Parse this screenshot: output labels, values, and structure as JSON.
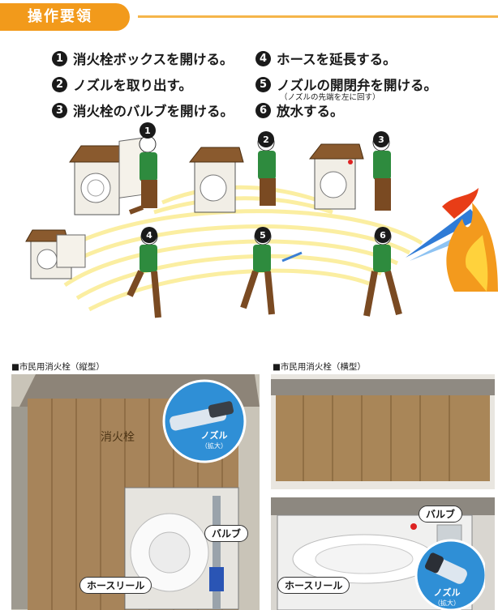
{
  "header": {
    "title": "操作要領"
  },
  "steps": [
    {
      "num": "1",
      "text": "消火栓ボックスを開ける。"
    },
    {
      "num": "2",
      "text": "ノズルを取り出す。"
    },
    {
      "num": "3",
      "text": "消火栓のバルブを開ける。"
    },
    {
      "num": "4",
      "text": "ホースを延長する。"
    },
    {
      "num": "5",
      "text": "ノズルの開閉弁を開ける。",
      "note": "（ノズルの先端を左に回す）"
    },
    {
      "num": "6",
      "text": "放水する。"
    }
  ],
  "illustration": {
    "badges": [
      "1",
      "2",
      "3",
      "4",
      "5",
      "6"
    ]
  },
  "photo_left": {
    "caption": "■市民用消火栓（縦型）",
    "box_text": "消火栓",
    "callouts": {
      "nozzle": "ノズル",
      "nozzle_zoom": "（拡大）",
      "valve": "バルブ",
      "reel": "ホースリール"
    }
  },
  "photo_right": {
    "caption": "■市民用消火栓（横型）",
    "callouts": {
      "valve": "バルブ",
      "reel": "ホースリール",
      "nozzle": "ノズル",
      "nozzle_zoom": "（拡大）"
    }
  },
  "colors": {
    "accent": "#f29a1b",
    "wood": "#a7845a",
    "zoom_bg": "#2f8fd6"
  }
}
